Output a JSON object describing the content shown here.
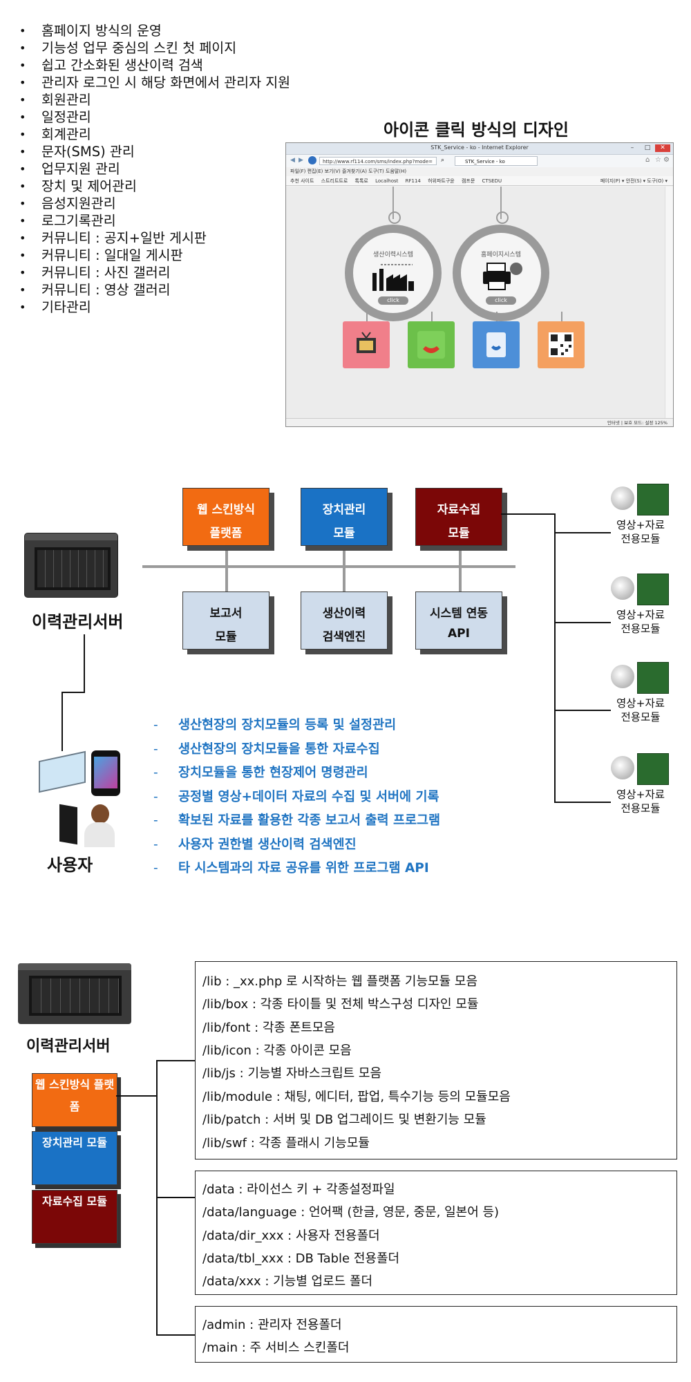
{
  "features": [
    "홈페이지 방식의 운영",
    "기능성 업무 중심의 스킨 첫 페이지",
    "쉽고 간소화된 생산이력 검색",
    "관리자 로그인 시 해당 화면에서 관리자 지원",
    "회원관리",
    "일정관리",
    "회계관리",
    "문자(SMS) 관리",
    "업무지원 관리",
    "장치 및 제어관리",
    "음성지원관리",
    "로그기록관리",
    "커뮤니티 : 공지+일반 게시판",
    "커뮤니티 : 일대일 게시판",
    "커뮤니티 : 사진 갤러리",
    "커뮤니티 : 영상 갤러리",
    "기타관리"
  ],
  "icon_design_title": "아이콘 클릭 방식의 디자인",
  "browser": {
    "title": "STK_Service - ko - Internet Explorer",
    "url": "http://www.rf114.com/sms/index.php?mode=",
    "tab": "STK_Service - ko",
    "menu": "파일(F)   편집(E)   보기(V)   즐겨찾기(A)   도구(T)   도움말(H)",
    "favorites": [
      "추천 사이트",
      "스트리트트로",
      "톡톡로",
      "Localhost",
      "RF114",
      "허위파트구윤",
      "캠프문",
      "CTSEDU"
    ],
    "toolbar": "페이지(P) ▾  안전(S) ▾  도구(O) ▾",
    "status": "인터넷 | 보호 모드: 설정    125%",
    "circles": [
      {
        "label": "생산이력시스템",
        "button": "click"
      },
      {
        "label": "홈페이지시스템",
        "button": "click"
      }
    ],
    "icons": [
      {
        "name": "tv-icon",
        "color": "#f07f8a"
      },
      {
        "name": "phone-icon",
        "color": "#6cc04a"
      },
      {
        "name": "contact-icon",
        "color": "#4d8fd8"
      },
      {
        "name": "qr-icon",
        "color": "#f4a060"
      }
    ]
  },
  "architecture": {
    "top_modules": [
      {
        "line1": "웹 스킨방식",
        "line2": "플랫폼",
        "color": "#f26b12"
      },
      {
        "line1": "장치관리",
        "line2": "모듈",
        "color": "#1a72c5"
      },
      {
        "line1": "자료수집",
        "line2": "모듈",
        "color": "#7b0707"
      }
    ],
    "bottom_modules": [
      {
        "line1": "보고서",
        "line2": "모듈"
      },
      {
        "line1": "생산이력",
        "line2": "검색엔진"
      },
      {
        "line1": "시스템 연동",
        "line2": "API"
      }
    ],
    "server_label": "이력관리서버",
    "user_label": "사용자",
    "device_label_line1": "영상+자료",
    "device_label_line2": "전용모듈",
    "capabilities": [
      "생산현장의 장치모듈의 등록 및 설정관리",
      "생산현장의 장치모듈을 통한 자료수집",
      "장치모듈을 통한 현장제어 명령관리",
      "공정별 영상+데이터 자료의 수집 및 서버에 기록",
      "확보된 자료를 활용한 각종 보고서 출력 프로그램",
      "사용자 권한별 생산이력 검색엔진",
      "타 시스템과의 자료 공유를 위한 프로그램 API"
    ],
    "dash": "-"
  },
  "directories": {
    "server_label": "이력관리서버",
    "side_modules": [
      {
        "line1": "웹 스킨방식",
        "line2": "플랫폼"
      },
      {
        "line1": "장치관리",
        "line2": "모듈"
      },
      {
        "line1": "자료수집",
        "line2": "모듈"
      }
    ],
    "lib": [
      "/lib : _xx.php 로 시작하는 웹 플랫폼 기능모듈 모음",
      "/lib/box : 각종 타이틀 및 전체 박스구성 디자인 모듈",
      "/lib/font : 각종 폰트모음",
      "/lib/icon : 각종 아이콘 모음",
      "/lib/js : 기능별 자바스크립트 모음",
      "/lib/module : 채팅, 에디터, 팝업, 특수기능 등의 모듈모음",
      "/lib/patch : 서버 및 DB 업그레이드 및 변환기능 모듈",
      "/lib/swf : 각종 플래시 기능모듈"
    ],
    "data": [
      "/data : 라이선스 키 + 각종설정파일",
      "/data/language : 언어팩 (한글, 영문, 중문, 일본어 등)",
      "/data/dir_xxx : 사용자 전용폴더",
      "/data/tbl_xxx : DB Table 전용폴더",
      "/data/xxx : 기능별 업로드 폴더"
    ],
    "other": [
      "/admin : 관리자 전용폴더",
      "/main : 주 서비스 스킨폴더"
    ]
  }
}
